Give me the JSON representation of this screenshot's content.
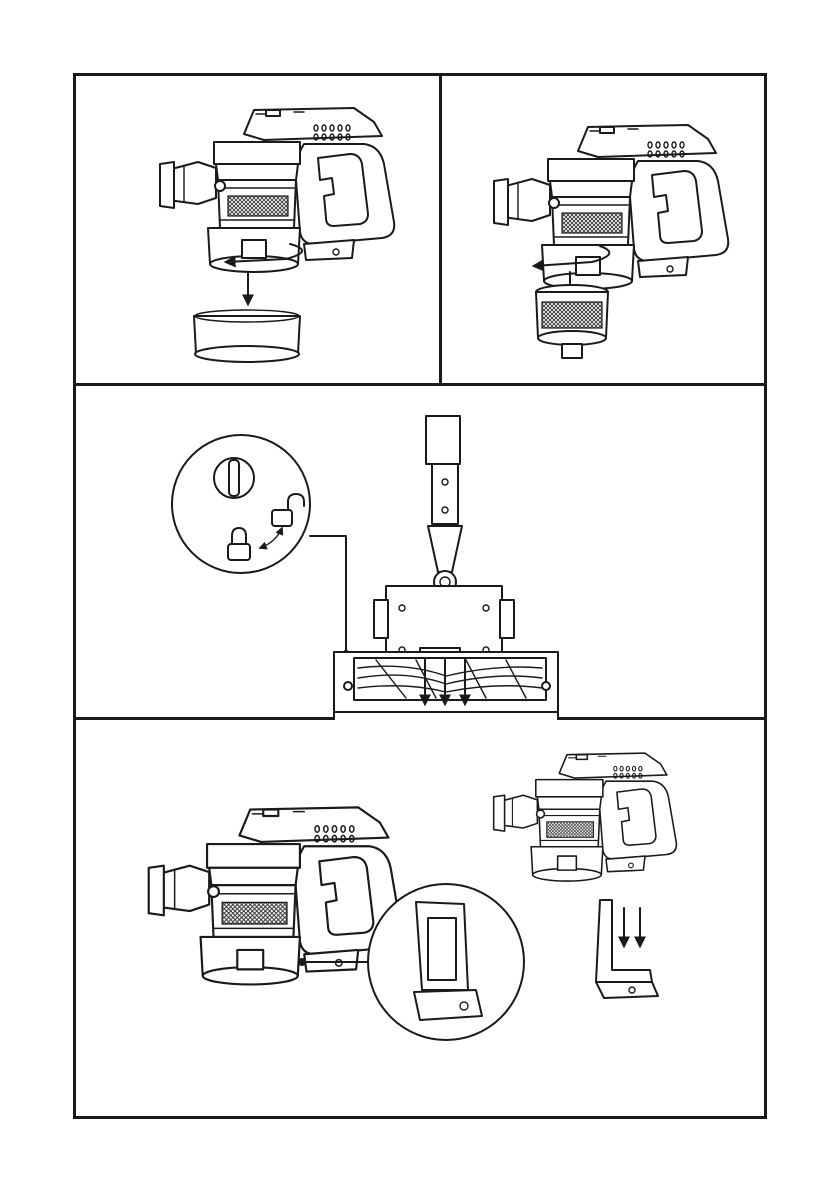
{
  "page": {
    "title": "",
    "colors": {
      "line": "#1a1a1a",
      "background": "#ffffff",
      "mesh": "#444444"
    }
  },
  "panels": [
    {
      "id": "remove-dust-bin",
      "step": "",
      "caption": ""
    },
    {
      "id": "remove-cyclone-filter",
      "step": "",
      "caption": ""
    },
    {
      "id": "brush-head-lock",
      "step": "",
      "caption": "",
      "icons": [
        "lock-icon",
        "unlock-icon",
        "rotate-arrow-icon"
      ]
    },
    {
      "id": "wall-bracket-mount",
      "step": "",
      "caption": ""
    }
  ]
}
